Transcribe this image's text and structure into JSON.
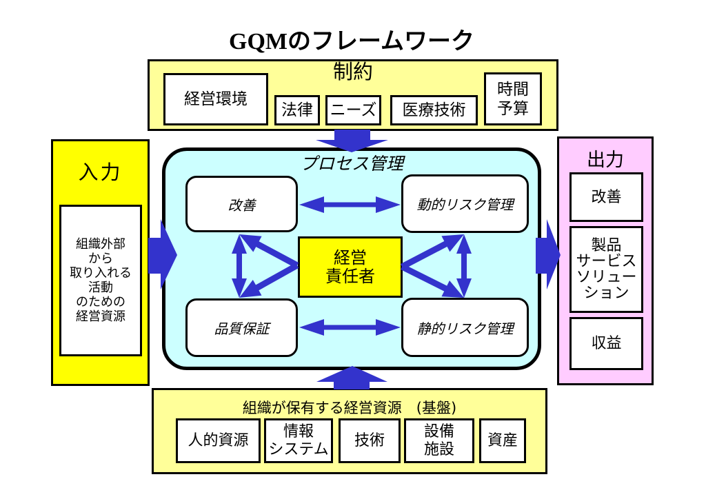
{
  "title": "GQMのフレームワーク",
  "constraints": {
    "label": "制約",
    "items": [
      "経営環境",
      "法律",
      "ニーズ",
      "医療技術",
      "時間\n予算"
    ]
  },
  "input": {
    "label": "入力",
    "content": "組織外部\nから\n取り入れる\n活動\nのための\n経営資源"
  },
  "process": {
    "label": "プロセス管理",
    "improvement": "改善",
    "dynamic_risk": "動的リスク管理",
    "quality_assurance": "品質保証",
    "static_risk": "静的リスク管理",
    "manager": "経営\n責任者"
  },
  "output": {
    "label": "出力",
    "items": [
      "改善",
      "製品\nサービス\nソリュー\nション",
      "収益"
    ]
  },
  "resources": {
    "label": "組織が保有する経営資源　(基盤)",
    "items": [
      "人的資源",
      "情報\nシステム",
      "技術",
      "設備\n施設",
      "資産"
    ]
  },
  "colors": {
    "constraint_panel": "#FFFF99",
    "input_panel": "#FFFF00",
    "process_panel": "#CCFFFF",
    "output_panel": "#FFCCFF",
    "resource_panel": "#FFFF99",
    "manager_box": "#FFFF00",
    "arrow": "#3333CC"
  }
}
